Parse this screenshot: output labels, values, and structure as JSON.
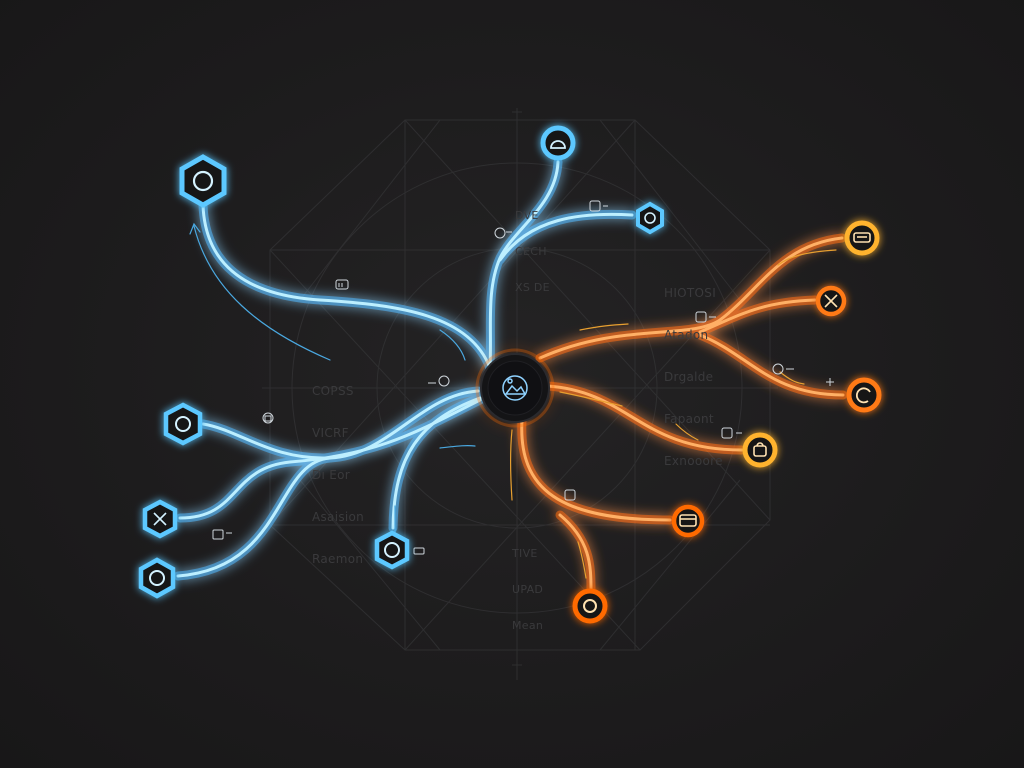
{
  "colors": {
    "background": "#1c1b1c",
    "grid": "#343436",
    "blue": "#5cc8ff",
    "blue_core": "#b9ebff",
    "orange": "#ff7a12",
    "orange_core": "#ffc07a",
    "amber": "#ffb32e",
    "hub_fill": "#141416",
    "node_fill": "#121316",
    "faint_text": "#3a3a3c"
  },
  "hub": {
    "icon": "image-icon"
  },
  "blue_nodes": [
    {
      "id": "blue-node-top-left",
      "shape": "hexagon",
      "icon": "circle-icon"
    },
    {
      "id": "blue-node-top",
      "shape": "circle",
      "icon": "dome-icon"
    },
    {
      "id": "blue-node-top-right",
      "shape": "hexagon",
      "icon": "circle-icon"
    },
    {
      "id": "blue-node-left",
      "shape": "hexagon",
      "icon": "circle-icon"
    },
    {
      "id": "blue-node-lower-left",
      "shape": "hexagon",
      "icon": "cross-arrows-icon"
    },
    {
      "id": "blue-node-bottom-left",
      "shape": "hexagon",
      "icon": "circle-icon"
    },
    {
      "id": "blue-node-bottom",
      "shape": "hexagon",
      "icon": "circle-icon"
    }
  ],
  "orange_nodes": [
    {
      "id": "orange-node-top-right",
      "shape": "circle",
      "icon": "car-icon"
    },
    {
      "id": "orange-node-right-upper",
      "shape": "circle",
      "icon": "tools-icon"
    },
    {
      "id": "orange-node-right",
      "shape": "circle",
      "icon": "refresh-icon"
    },
    {
      "id": "orange-node-right-lower",
      "shape": "circle",
      "icon": "bag-icon"
    },
    {
      "id": "orange-node-middle",
      "shape": "circle",
      "icon": "card-icon"
    },
    {
      "id": "orange-node-bottom",
      "shape": "circle",
      "icon": "circle-icon"
    }
  ],
  "faint_labels": {
    "left": [
      "COPSS",
      "VICRF",
      "Dı Eor",
      "Asaision",
      "Raemon"
    ],
    "top": [
      "DVE",
      "CECH",
      "XS DE"
    ],
    "right": [
      "HIOTOSI",
      "Atadon",
      "Drgalde",
      "Fapaont",
      "Exnooore"
    ],
    "bottom": [
      "TIVE",
      "UPAD",
      "Mean"
    ]
  }
}
